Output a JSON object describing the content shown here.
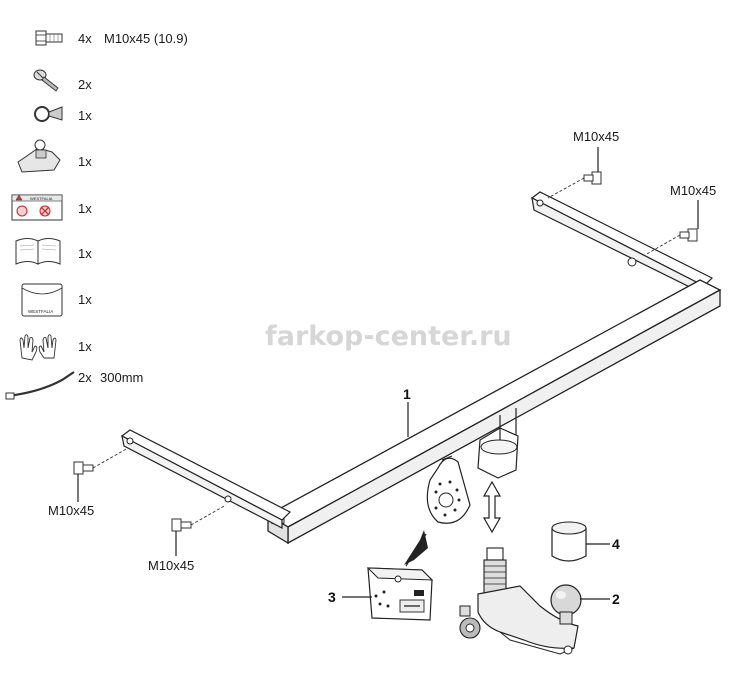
{
  "watermark": "farkop-center.ru",
  "parts_list": [
    {
      "icon": "bolt-icon",
      "qty": "4x",
      "desc": "M10x45 (10.9)"
    },
    {
      "icon": "screw-icon",
      "qty": "2x",
      "desc": ""
    },
    {
      "icon": "ring-icon",
      "qty": "1x",
      "desc": ""
    },
    {
      "icon": "socket-cover-icon",
      "qty": "1x",
      "desc": ""
    },
    {
      "icon": "warning-label-icon",
      "qty": "1x",
      "desc": ""
    },
    {
      "icon": "manual-book-icon",
      "qty": "1x",
      "desc": ""
    },
    {
      "icon": "pouch-icon",
      "qty": "1x",
      "desc": ""
    },
    {
      "icon": "gloves-icon",
      "qty": "1x",
      "desc": ""
    },
    {
      "icon": "cable-tie-icon",
      "qty": "2x",
      "desc": "300mm"
    }
  ],
  "brand_on_parts": "WESTFALIA",
  "bolt_labels": {
    "top_left": "M10x45",
    "top_right": "M10x45",
    "left": "M10x45",
    "bottom": "M10x45"
  },
  "callouts": [
    "1",
    "2",
    "3",
    "4"
  ]
}
